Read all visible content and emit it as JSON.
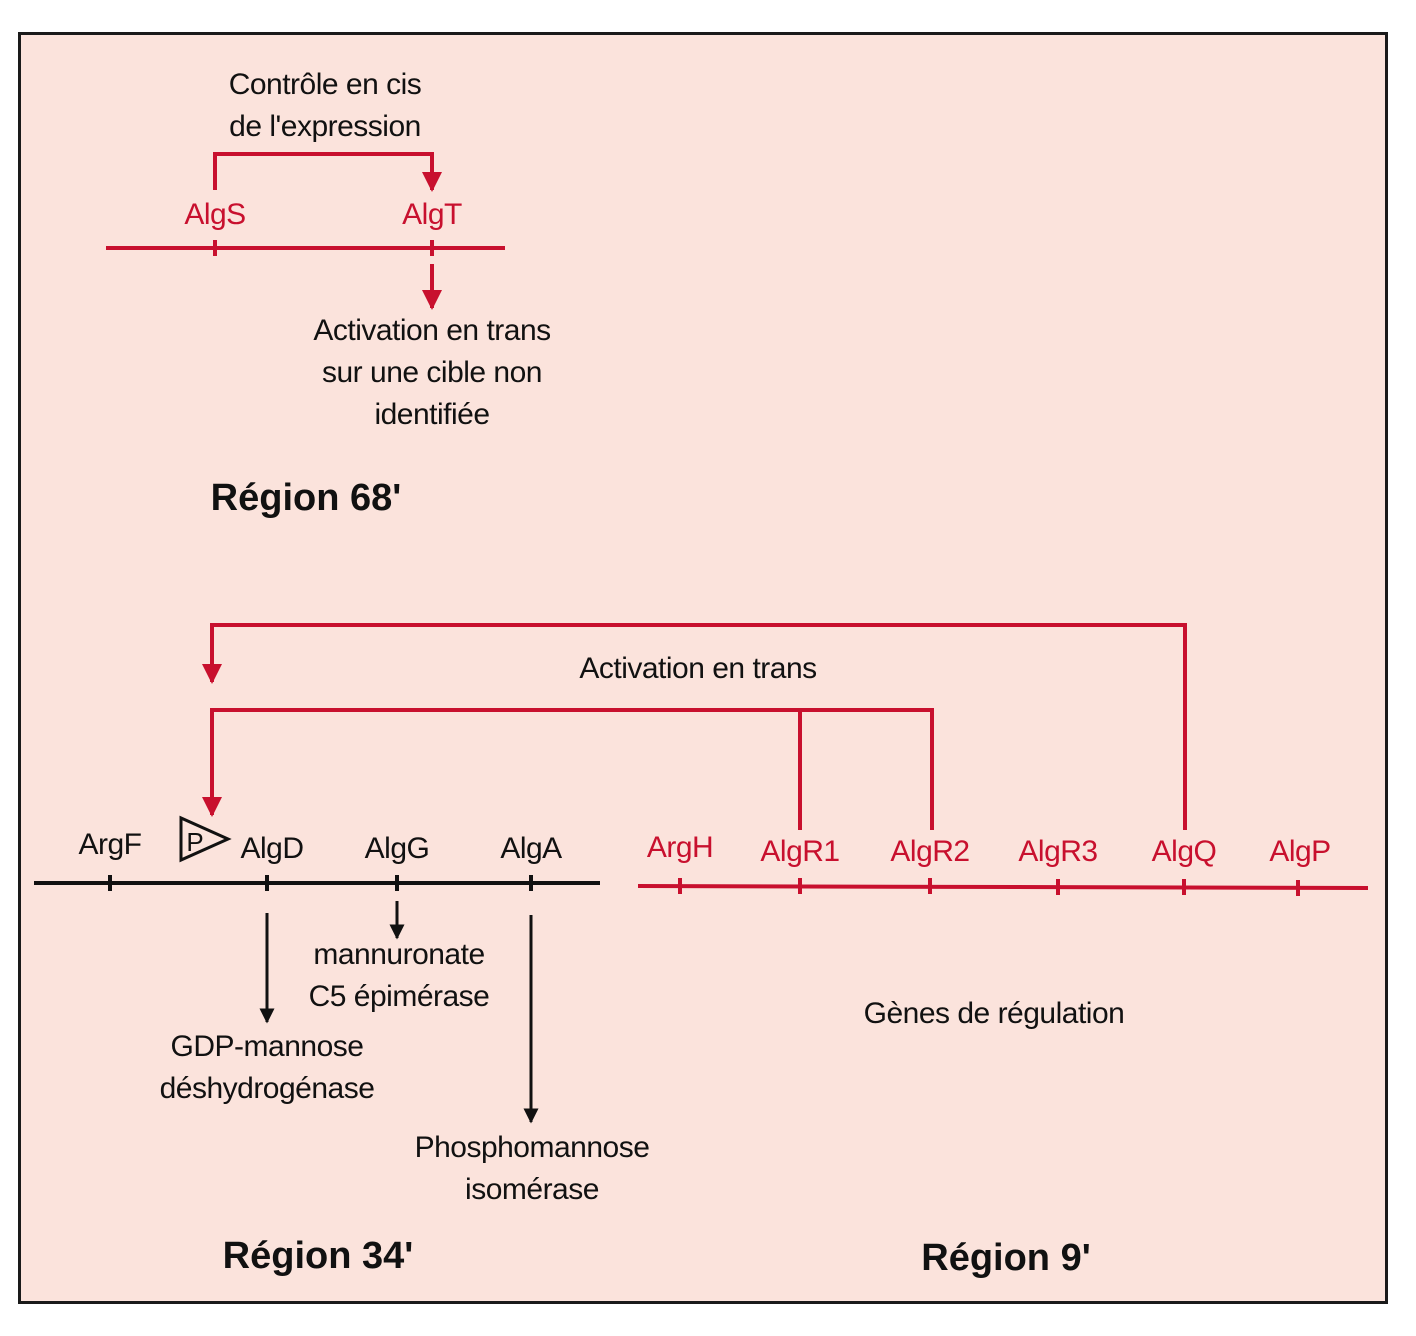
{
  "region68": {
    "cis_label": [
      "Contrôle en cis",
      "de l'expression"
    ],
    "genes": [
      "AlgS",
      "AlgT"
    ],
    "trans_label": [
      "Activation en trans",
      "sur une cible non",
      "identifiée"
    ],
    "title": "Région 68'"
  },
  "region34": {
    "genes": [
      "ArgF",
      "AlgD",
      "AlgG",
      "AlgA"
    ],
    "promoter": "P",
    "products": {
      "algd": [
        "GDP-mannose",
        "déshydrogénase"
      ],
      "algg": [
        "mannuronate",
        "C5 épimérase"
      ],
      "alga": [
        "Phosphomannose",
        "isomérase"
      ]
    },
    "title": "Région 34'"
  },
  "region9": {
    "genes": [
      "ArgH",
      "AlgR1",
      "AlgR2",
      "AlgR3",
      "AlgQ",
      "AlgP"
    ],
    "caption": "Gènes de régulation",
    "title": "Région 9'"
  },
  "trans_activation": "Activation en trans",
  "colors": {
    "red": "#c8102e",
    "black": "#111111",
    "background": "#fbe3dc"
  }
}
